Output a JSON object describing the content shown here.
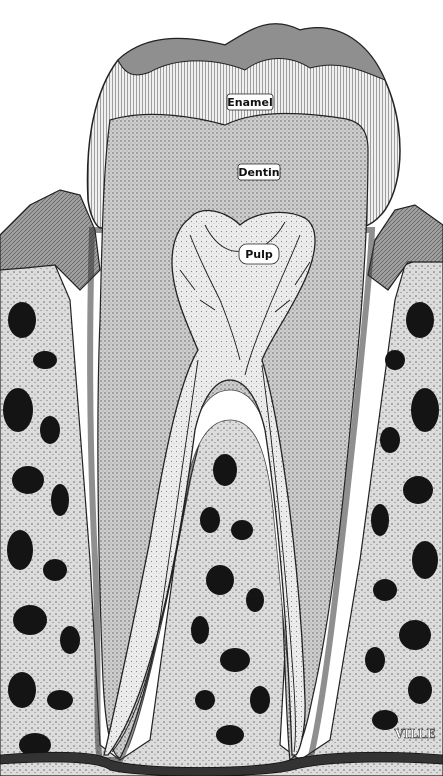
{
  "diagram": {
    "labels": {
      "enamel": "Enamel",
      "dentin": "Dentin",
      "pulp": "Pulp"
    },
    "corner_mark": "VILLE"
  },
  "colors": {
    "ink": "#111111",
    "paper": "#ffffff",
    "dentin": "#c9c9c9",
    "enamel": "#e6e6e6",
    "pulp": "#9a9a9a",
    "bone": "#d8d8d8",
    "marrow": "#1a1a1a",
    "gum": "#8c8c8c"
  }
}
